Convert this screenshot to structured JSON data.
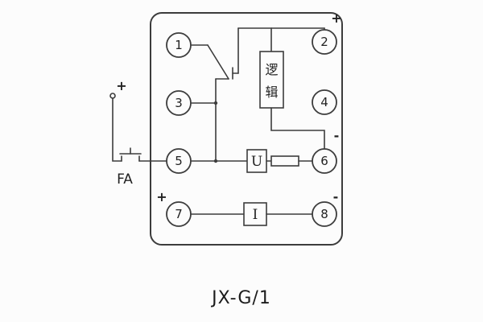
{
  "title": "JX-G/1",
  "diagram": {
    "terminals_left": [
      "1",
      "3",
      "5",
      "7"
    ],
    "terminals_right": [
      "2",
      "4",
      "6",
      "8"
    ],
    "logic_block_chars": [
      "逻",
      "辑"
    ],
    "u_block_label": "U",
    "i_block_label": "I",
    "fa_label": "FA",
    "polarity": {
      "external_plus": "+",
      "top_right_plus": "+",
      "right_minus": "-",
      "bottom_left_plus": "+",
      "bottom_right_minus": "-"
    }
  },
  "colors": {
    "line": "#3c3c3c",
    "text": "#222222",
    "background": "#fcfcfc"
  }
}
